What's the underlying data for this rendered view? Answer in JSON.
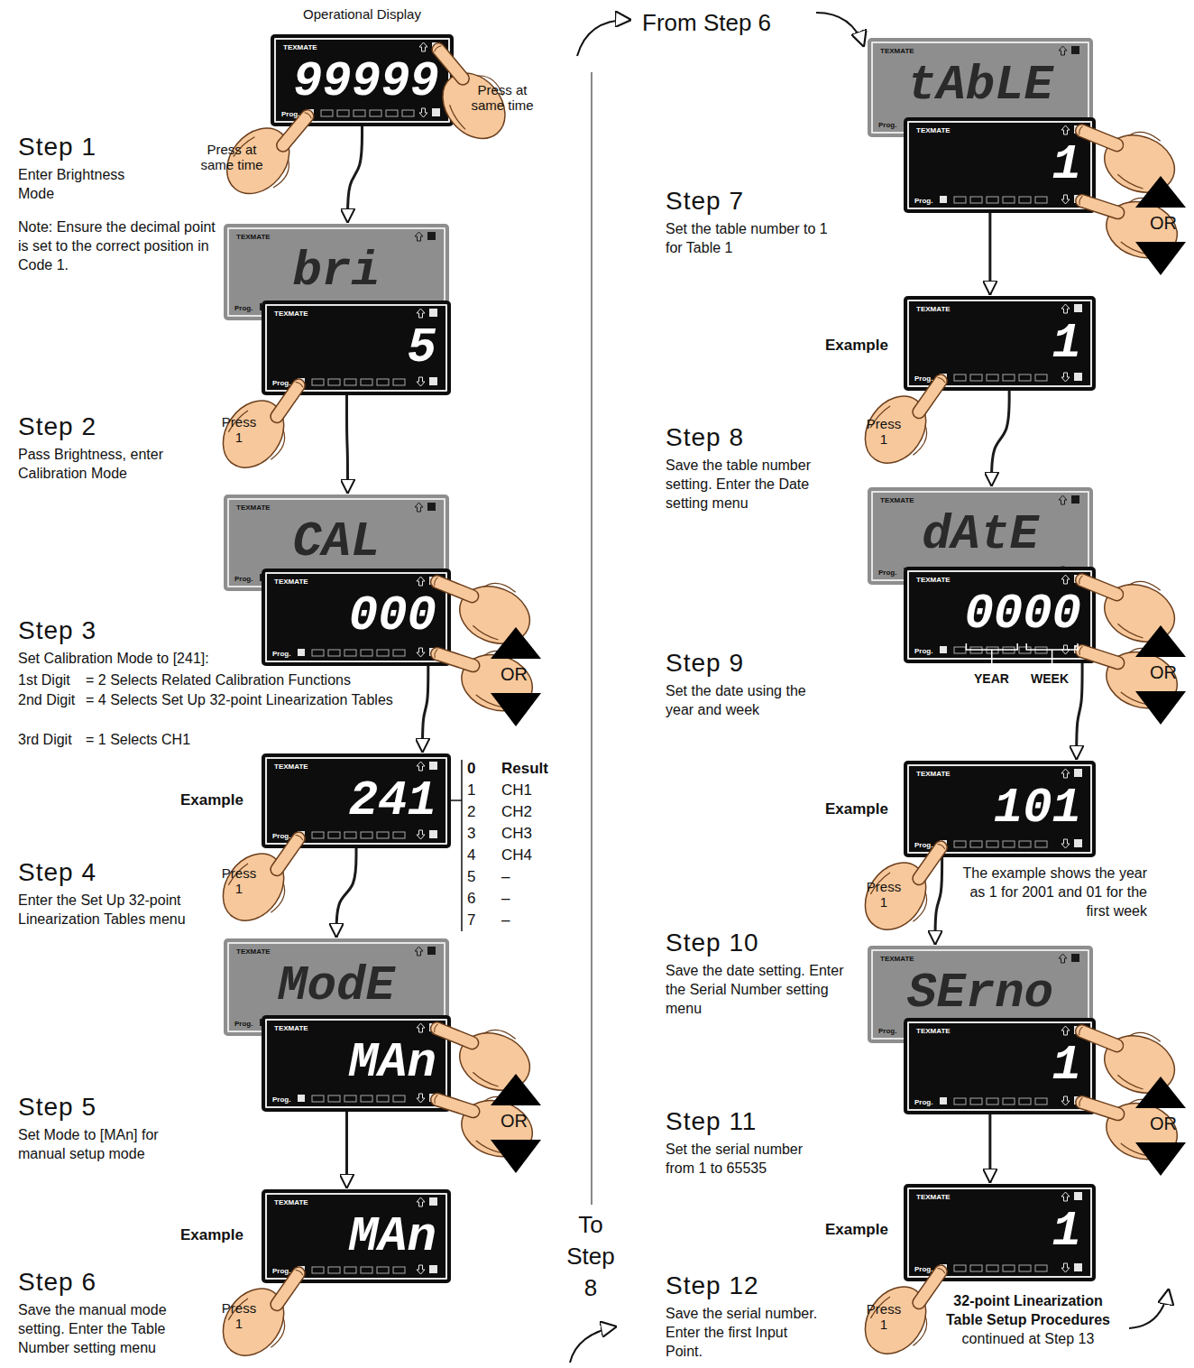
{
  "diagram": {
    "nodes": [
      {
        "text": [
          "Operational Display",
          "TEXMATE",
          "99999",
          "Prog."
        ]
      },
      {
        "text": [
          "TEXMATE",
          "bri",
          "Prog."
        ]
      },
      {
        "text": [
          "TEXMATE",
          "5",
          "Prog."
        ]
      },
      {
        "text": [
          "TEXMATE",
          "CAL",
          "Prog."
        ]
      },
      {
        "text": [
          "TEXMATE",
          "000",
          "Prog."
        ]
      },
      {
        "text": [
          "TEXMATE",
          "241",
          "Prog."
        ]
      },
      {
        "text": [
          "TEXMATE",
          "ModE",
          "Prog."
        ]
      },
      {
        "text": [
          "TEXMATE",
          "MAn",
          "Prog."
        ]
      },
      {
        "text": [
          "TEXMATE",
          "MAn",
          "Prog."
        ]
      },
      {
        "text": [
          "TEXMATE",
          "tAbLE",
          "Prog."
        ]
      },
      {
        "text": [
          "TEXMATE",
          "1",
          "Prog."
        ]
      },
      {
        "text": [
          "TEXMATE",
          "1",
          "Prog."
        ]
      },
      {
        "text": [
          "TEXMATE",
          "dAtE",
          "Prog."
        ]
      },
      {
        "text": [
          "TEXMATE",
          "0000",
          "Prog."
        ]
      },
      {
        "text": [
          "TEXMATE",
          "101",
          "Prog."
        ]
      },
      {
        "text": [
          "TEXMATE",
          "SErno",
          "Prog."
        ]
      },
      {
        "text": [
          "TEXMATE",
          "1",
          "Prog."
        ]
      },
      {
        "text": [
          "TEXMATE",
          "1",
          "Prog."
        ]
      }
    ],
    "edges": [
      {
        "from": 0,
        "to": 1,
        "arrow": "to"
      },
      {
        "from": 2,
        "to": 3,
        "arrow": "to"
      },
      {
        "from": 4,
        "to": 5,
        "arrow": "to"
      },
      {
        "from": 5,
        "to": 6,
        "arrow": "to"
      },
      {
        "from": 7,
        "to": 8,
        "arrow": "to"
      },
      {
        "from": 10,
        "to": 11,
        "arrow": "to"
      },
      {
        "from": 11,
        "to": 12,
        "arrow": "to"
      },
      {
        "from": 13,
        "to": 14,
        "arrow": "to"
      },
      {
        "from": 14,
        "to": 15,
        "arrow": "to"
      },
      {
        "from": 16,
        "to": 17,
        "arrow": "to"
      }
    ],
    "labels": [
      "Step 1",
      "Enter Brightness Mode",
      "Note: Ensure the decimal point is set to the correct position in Code 1.",
      "Press at same time",
      "Press at same time",
      "Step 2",
      "Pass Brightness, enter Calibration Mode",
      "Press 1",
      "Step 3",
      "Set Calibration Mode to [241]:",
      "1st Digit",
      "= 2 Selects Related Calibration Functions",
      "2nd Digit",
      "= 4 Selects Set Up 32-point Linearization Tables",
      "3rd Digit",
      "= 1 Selects CH1",
      "Example",
      "0",
      "Result",
      "1",
      "CH1",
      "2",
      "CH2",
      "3",
      "CH3",
      "4",
      "CH4",
      "5",
      "–",
      "6",
      "–",
      "7",
      "–",
      "Press 1",
      "Step 4",
      "Enter the Set Up 32-point Linearization Tables menu",
      "OR",
      "Step 5",
      "Set Mode to [MAn] for manual setup mode",
      "OR",
      "Example",
      "Step 6",
      "Save the manual mode setting. Enter the Table Number setting menu",
      "Press 1",
      "To Step 8",
      "From Step 6",
      "Step 7",
      "Set the table number to 1 for Table 1",
      "OR",
      "Example",
      "Press 1",
      "Step 8",
      "Save the table number setting. Enter the Date setting menu",
      "YEAR",
      "WEEK",
      "OR",
      "Step 9",
      "Set the date using the year and week",
      "Example",
      "The example shows the year as 1 for 2001 and 01 for the first week",
      "Press 1",
      "Step 10",
      "Save the date setting. Enter the Serial Number setting menu",
      "OR",
      "Step 11",
      "Set the serial number from 1 to 65535",
      "Example",
      "Step 12",
      "Save the serial number. Enter the first Input Point.",
      "Press 1",
      "32-point Linearization Table Setup Procedures",
      "continued at Step 13"
    ]
  }
}
